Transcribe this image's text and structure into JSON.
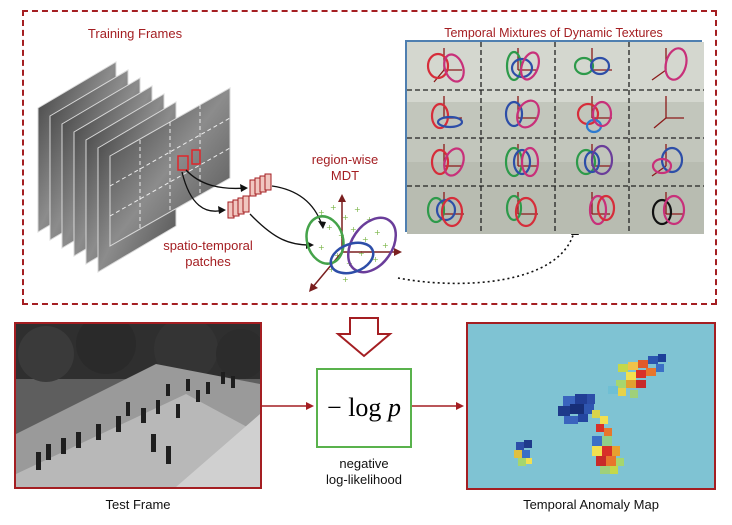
{
  "labels": {
    "training_frames": "Training Frames",
    "temporal_mixtures": "Temporal Mixtures of Dynamic Textures",
    "region_wise_line1": "region-wise",
    "region_wise_line2": "MDT",
    "patches_line1": "spatio-temporal",
    "patches_line2": "patches",
    "logp": "− log p",
    "neg_ll_line1": "negative",
    "neg_ll_line2": "log-likelihood",
    "test_frame": "Test Frame",
    "anomaly_map": "Temporal Anomaly Map"
  },
  "colors": {
    "accent_red": "#a41e22",
    "box_green": "#59b24c",
    "grid_blue": "#4f7fb0",
    "map_background": "#7fc3d3"
  }
}
